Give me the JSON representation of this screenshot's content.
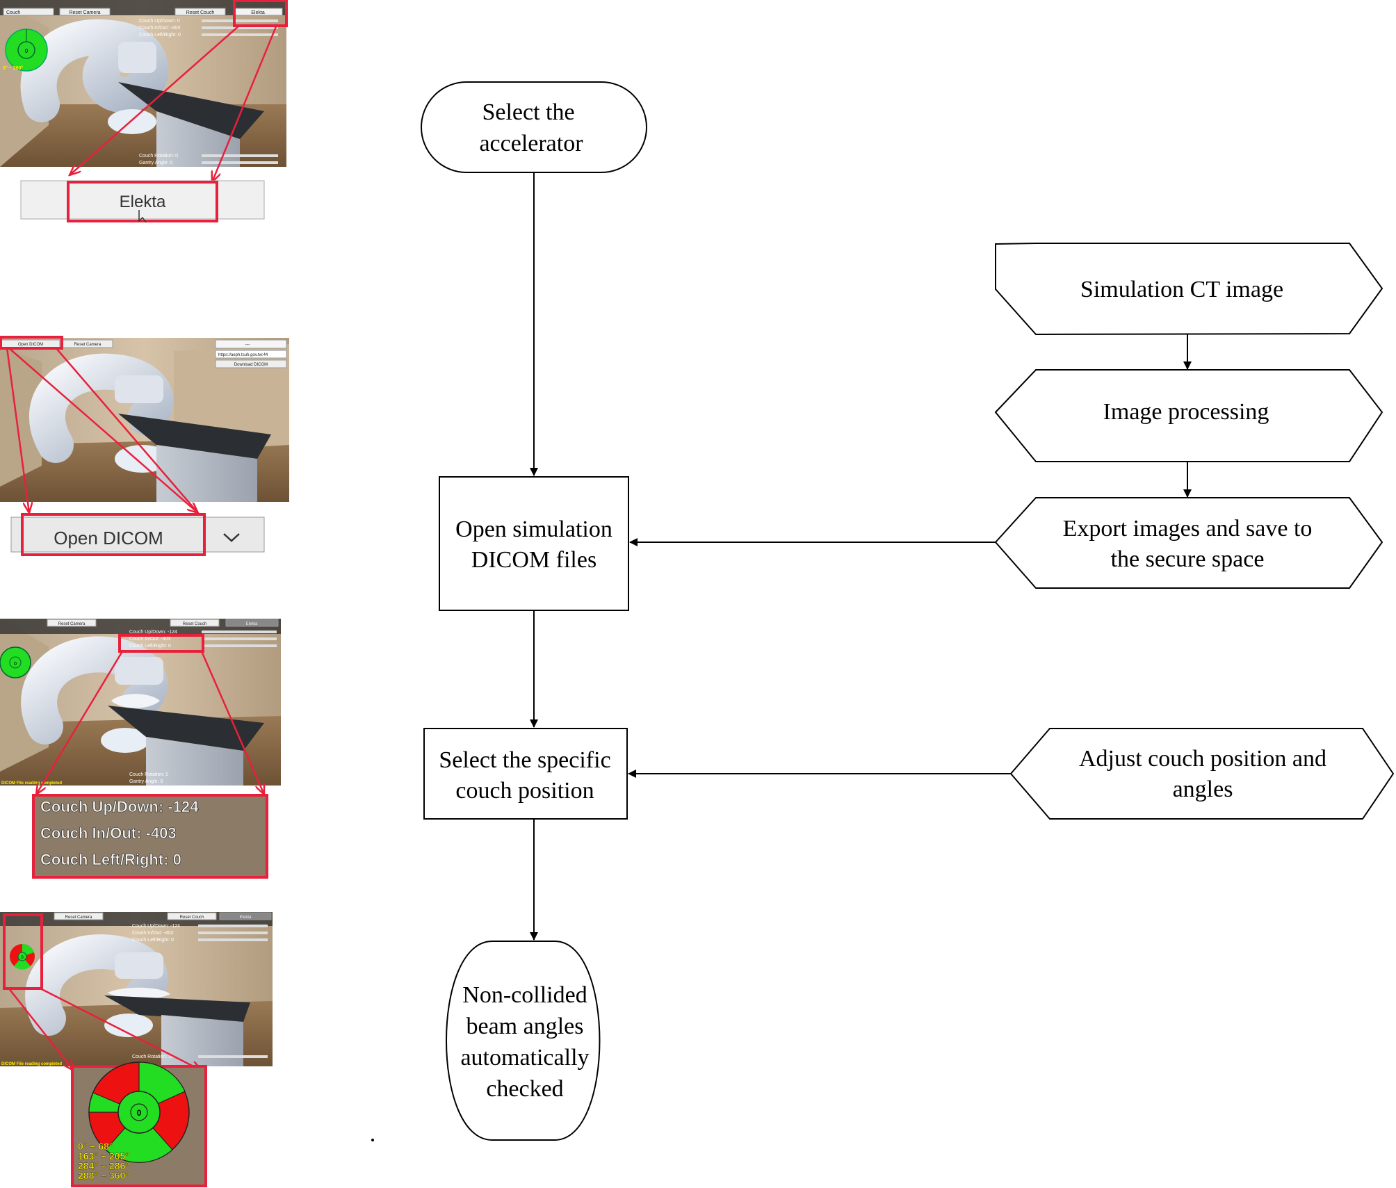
{
  "panel1": {
    "dropdown": "Couch",
    "reset_camera": "Reset Camera",
    "reset_couch": "Reset Couch",
    "elekta": "Elekta",
    "couch_updown": "Couch Up/Down: 0",
    "couch_inout": "Couch In/Out: -403",
    "couch_leftright": "Couch Left/Right: 0",
    "couch_rotation": "Couch Rotation: 0",
    "gantry_angle": "Gantry Angle: 0",
    "dial_value": "0",
    "angle_range": "0° ~ 360°",
    "zoom_label": "Elekta"
  },
  "panel2": {
    "open_dicom": "Open DICOM",
    "reset_camera": "Reset Camera",
    "dropdown_value": "---",
    "url": "https://aeph.tsuh.gov.tw:44",
    "download": "Download DICOM",
    "zoom_label": "Open DICOM"
  },
  "panel3": {
    "reset_camera": "Reset Camera",
    "reset_couch": "Reset Couch",
    "elekta": "Elekta",
    "couch_updown": "Couch Up/Down: -124",
    "couch_inout": "Couch In/Out: -403",
    "couch_leftright": "Couch Left/Right: 0",
    "couch_rotation": "Couch Rotation: 0",
    "gantry_angle": "Gantry Angle: 0",
    "dial_value": "0",
    "status": "DICOM File reading completed",
    "zoom_lines": [
      "Couch Up/Down: -124",
      "Couch In/Out: -403",
      "Couch Left/Right: 0"
    ]
  },
  "panel4": {
    "reset_camera": "Reset Camera",
    "reset_couch": "Reset Couch",
    "elekta": "Elekta",
    "couch_updown": "Couch Up/Down: -124",
    "couch_inout": "Couch In/Out: -403",
    "couch_leftright": "Couch Left/Right: 0",
    "couch_rotation": "Couch Rotation: 14",
    "dial_value": "0",
    "status": "DICOM File reading completed",
    "zoom_ranges": [
      "0° ~ 68°",
      "163° ~ 205°",
      "284° ~ 286°",
      "288° ~ 360°"
    ]
  },
  "flow": {
    "select_accelerator": [
      "Select the",
      "accelerator"
    ],
    "simulation_ct": "Simulation CT image",
    "image_processing": "Image processing",
    "export_images": [
      "Export images and save to",
      "the secure space"
    ],
    "open_dicom_files": [
      "Open simulation",
      "DICOM files"
    ],
    "select_couch": [
      "Select the specific",
      "couch position"
    ],
    "adjust_couch": [
      "Adjust couch position and",
      "angles"
    ],
    "non_collided": [
      "Non-collided",
      "beam angles",
      "automatically",
      "checked"
    ]
  },
  "colors": {
    "highlight": "#e8203c",
    "dial_green": "#22dd22",
    "dial_red": "#ee1111",
    "floor": "#8a6a45",
    "wall": "#c9b49a",
    "couch_top": "#2b2e33"
  }
}
